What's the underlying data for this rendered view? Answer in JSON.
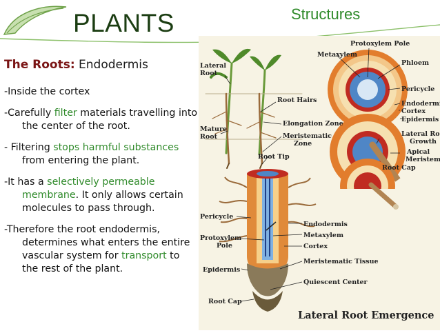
{
  "header": {
    "title": "PLANTS",
    "section": "Structures",
    "colors": {
      "accent_green": "#2f8a2a",
      "title_dark": "#1b3d12",
      "lead_red": "#7a1414"
    },
    "logo_icon": "leaf-swoosh-icon"
  },
  "subheading": {
    "lead": "The Roots:",
    "rest": " Endodermis"
  },
  "body": [
    {
      "segments": [
        "-Inside the cortex"
      ]
    },
    {
      "segments": [
        "-Carefully ",
        "filter",
        " materials travelling into the center of the root."
      ]
    },
    {
      "segments": [
        "-   Filtering ",
        "stops harmful substances",
        " from entering the plant."
      ]
    },
    {
      "segments": [
        "-It has a ",
        "selectively permeable membrane",
        ". It only allows certain molecules to pass through."
      ]
    },
    {
      "segments": [
        "-Therefore the root endodermis, determines what enters the entire vascular system for ",
        "transport",
        " to the rest of the plant."
      ]
    }
  ],
  "figure": {
    "labels": {
      "lateral_root": "Lateral\nRoot",
      "root_hairs": "Root Hairs",
      "mature_root": "Mature\nRoot",
      "elongation_zone": "Elongation Zone",
      "meristematic_zone": "Meristematic\nZone",
      "root_tip": "Root Tip",
      "protoxylem_pole_top": "Protoxylem Pole",
      "metaxylem_top": "Metaxylem",
      "phloem": "Phloem",
      "pericycle_top": "Pericycle",
      "endodermis_top": "Endodermis",
      "cortex_top": "Cortex",
      "epidermis_top": "Epidermis",
      "lateral_root_growth": "Lateral Root\nGrowth",
      "apical_meristem": "Apical\nMeristem",
      "root_cap_top": "Root Cap",
      "pericycle": "Pericycle",
      "endodermis": "Endodermis",
      "protoxylem_pole": "Protoxylem\nPole",
      "metaxylem": "Metaxylem",
      "cortex": "Cortex",
      "epidermis": "Epidermis",
      "meristematic_tissue": "Meristematic Tissue",
      "quiescent_center": "Quiescent Center",
      "root_cap": "Root Cap"
    },
    "caption": "Lateral Root Emergence"
  }
}
